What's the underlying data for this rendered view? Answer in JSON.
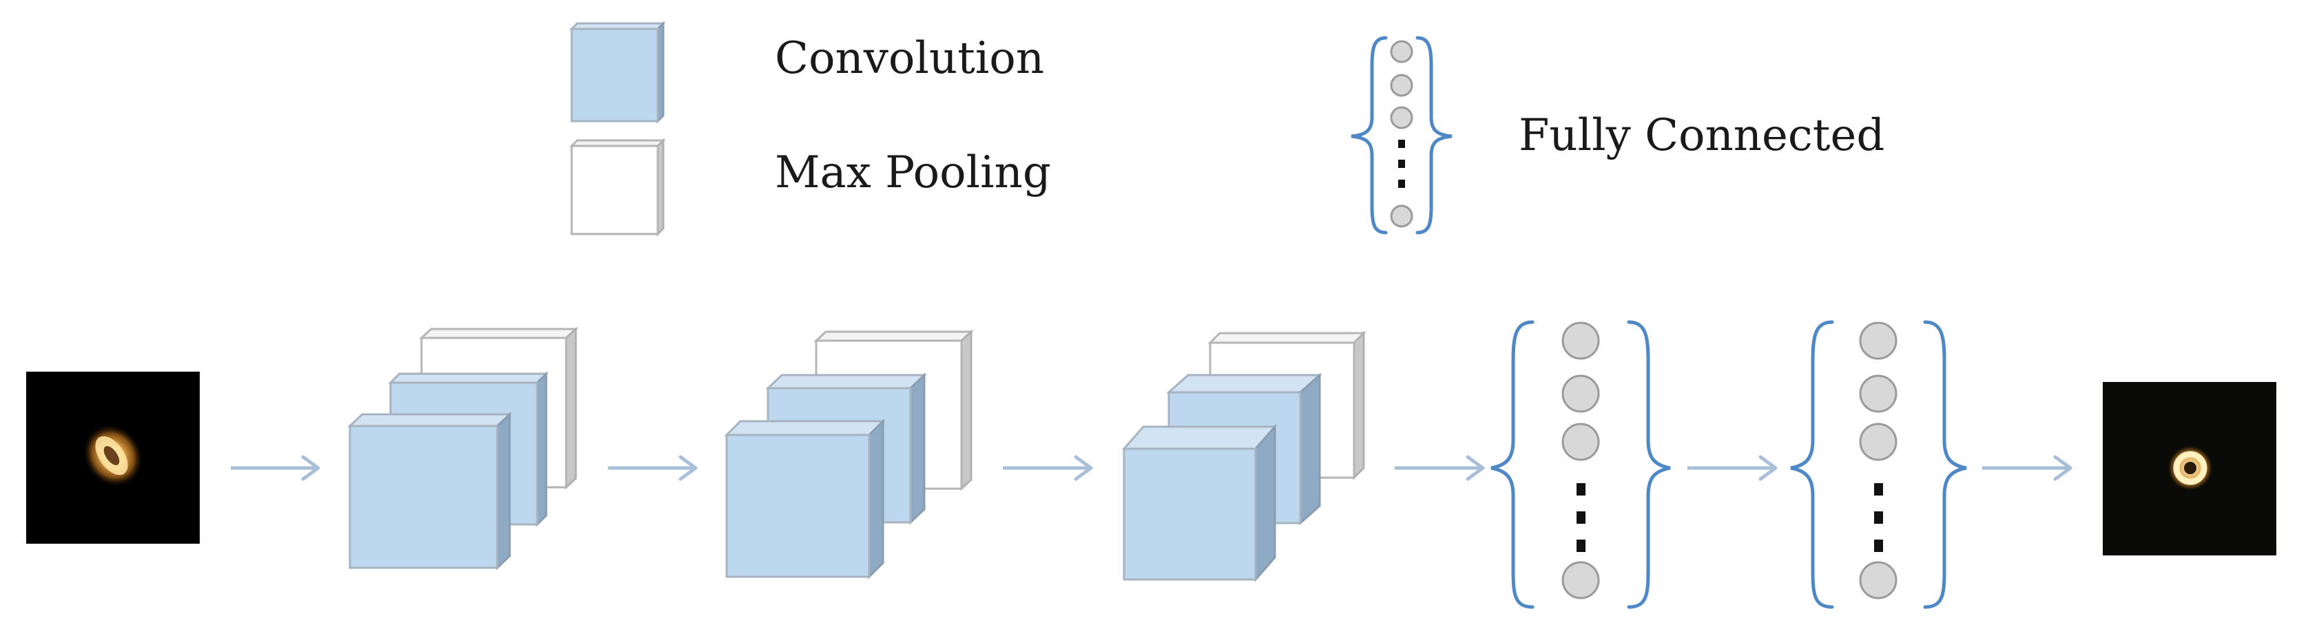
{
  "legend": {
    "convolution_label": "Convolution",
    "max_pooling_label": "Max Pooling",
    "fully_connected_label": "Fully Connected"
  },
  "colors": {
    "convolution_fill": "#bdd7ee",
    "max_pooling_fill": "#ffffff",
    "brace": "#4f88c6",
    "neuron": "#d8d8d8",
    "arrow": "#a9bfd9"
  },
  "network": {
    "input": "input-image",
    "conv_pool_blocks": 3,
    "fully_connected_layers": 2,
    "output": "output-image"
  }
}
